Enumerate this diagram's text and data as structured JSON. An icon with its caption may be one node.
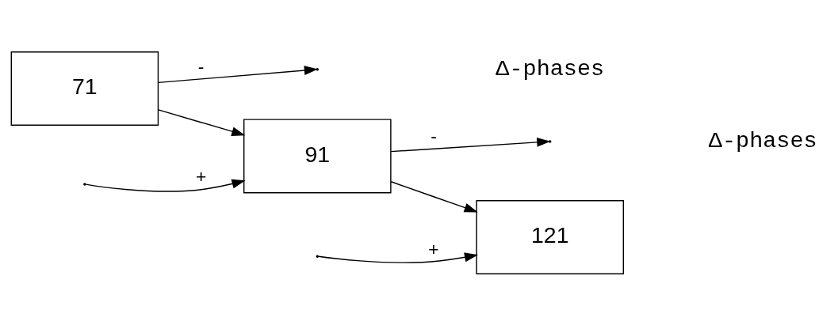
{
  "diagram": {
    "nodes": [
      {
        "text": [
          "71"
        ]
      },
      {
        "text": [
          "91"
        ]
      },
      {
        "text": [
          "121"
        ]
      }
    ],
    "edges": [
      {
        "from": 0,
        "to": 1,
        "arrow": "to"
      },
      {
        "from": null,
        "to": 1,
        "arrow": "to",
        "label": "+"
      },
      {
        "from": 0,
        "to": null,
        "arrow": "to",
        "label": "-"
      },
      {
        "from": 1,
        "to": 2,
        "arrow": "to"
      },
      {
        "from": null,
        "to": 2,
        "arrow": "to",
        "label": "+"
      },
      {
        "from": 1,
        "to": null,
        "arrow": "to",
        "label": "-"
      }
    ],
    "labels": [
      "Δ-phases",
      "Δ-phases"
    ]
  }
}
